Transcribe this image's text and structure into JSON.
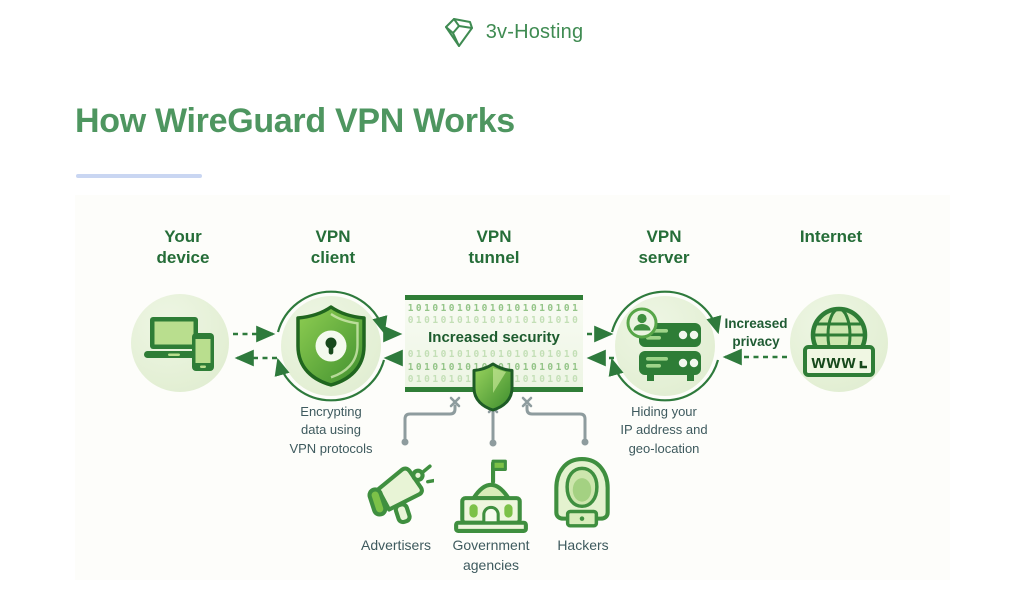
{
  "brand": {
    "name": "3v-Hosting",
    "logo_icon": "gem-icon"
  },
  "page": {
    "title": "How WireGuard VPN Works"
  },
  "colors": {
    "brand_green": "#3f8b52",
    "heading_green": "#4e9660",
    "header_text_green": "#256d38",
    "icon_dark_green": "#2e7d36",
    "circle_fill": "#e7f2dd",
    "underline_accent": "#c9d6f2",
    "connector_gray": "#8e9c9e",
    "sublabel_slate": "#3e5a5e"
  },
  "diagram": {
    "columns": [
      "Your\ndevice",
      "VPN\nclient",
      "VPN\ntunnel",
      "VPN\nserver",
      "Internet"
    ],
    "tunnel": {
      "label": "Increased security",
      "binary_rows": [
        "101010101010101010101",
        "010101010101010101010",
        "010101010101010101010",
        "101010101010101010101",
        "010101010101010101010"
      ]
    },
    "annotations": {
      "increased_privacy": "Increased\nprivacy",
      "encrypting": "Encrypting\ndata using\nVPN protocols",
      "hiding": "Hiding your\nIP address and\ngeo-location"
    },
    "www_label": "www",
    "threats": [
      {
        "label": "Advertisers"
      },
      {
        "label": "Government\nagencies"
      },
      {
        "label": "Hackers"
      }
    ]
  }
}
